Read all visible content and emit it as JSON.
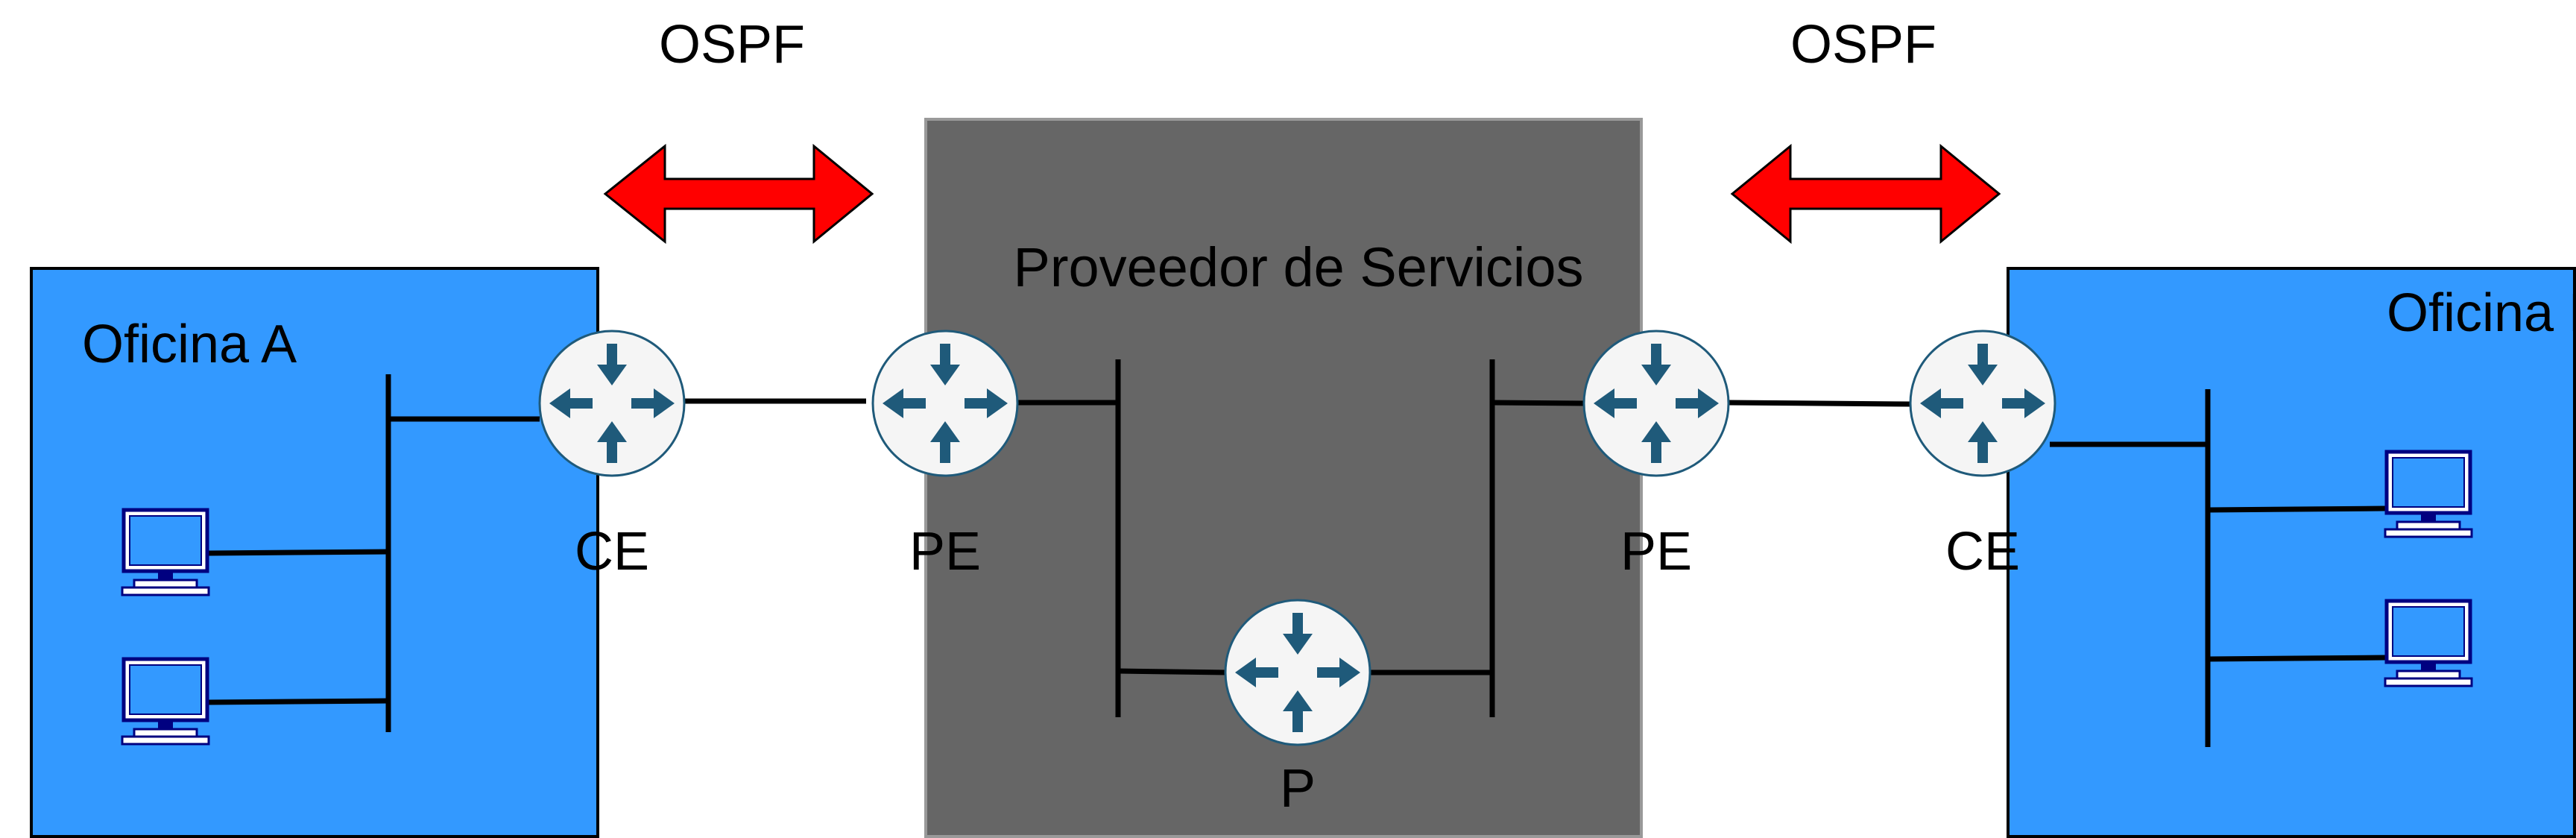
{
  "protocols": {
    "left": "OSPF",
    "right": "OSPF"
  },
  "provider": {
    "label": "Proveedor de Servicios"
  },
  "offices": {
    "a": {
      "label": "Oficina A"
    },
    "b": {
      "label": "Oficina B"
    }
  },
  "routers": {
    "ce_left": "CE",
    "pe_left": "PE",
    "p": "P",
    "pe_right": "PE",
    "ce_right": "CE"
  },
  "colors": {
    "office_fill": "#3399FF",
    "provider_fill": "#666666",
    "arrow_fill": "#FF0000",
    "router_fill": "#F5F5F5",
    "router_icon": "#1F5A7A",
    "computer": "#000080"
  },
  "icons": {
    "router": "router-icon",
    "computer": "desktop-computer-icon",
    "arrow": "double-headed-arrow-icon"
  }
}
